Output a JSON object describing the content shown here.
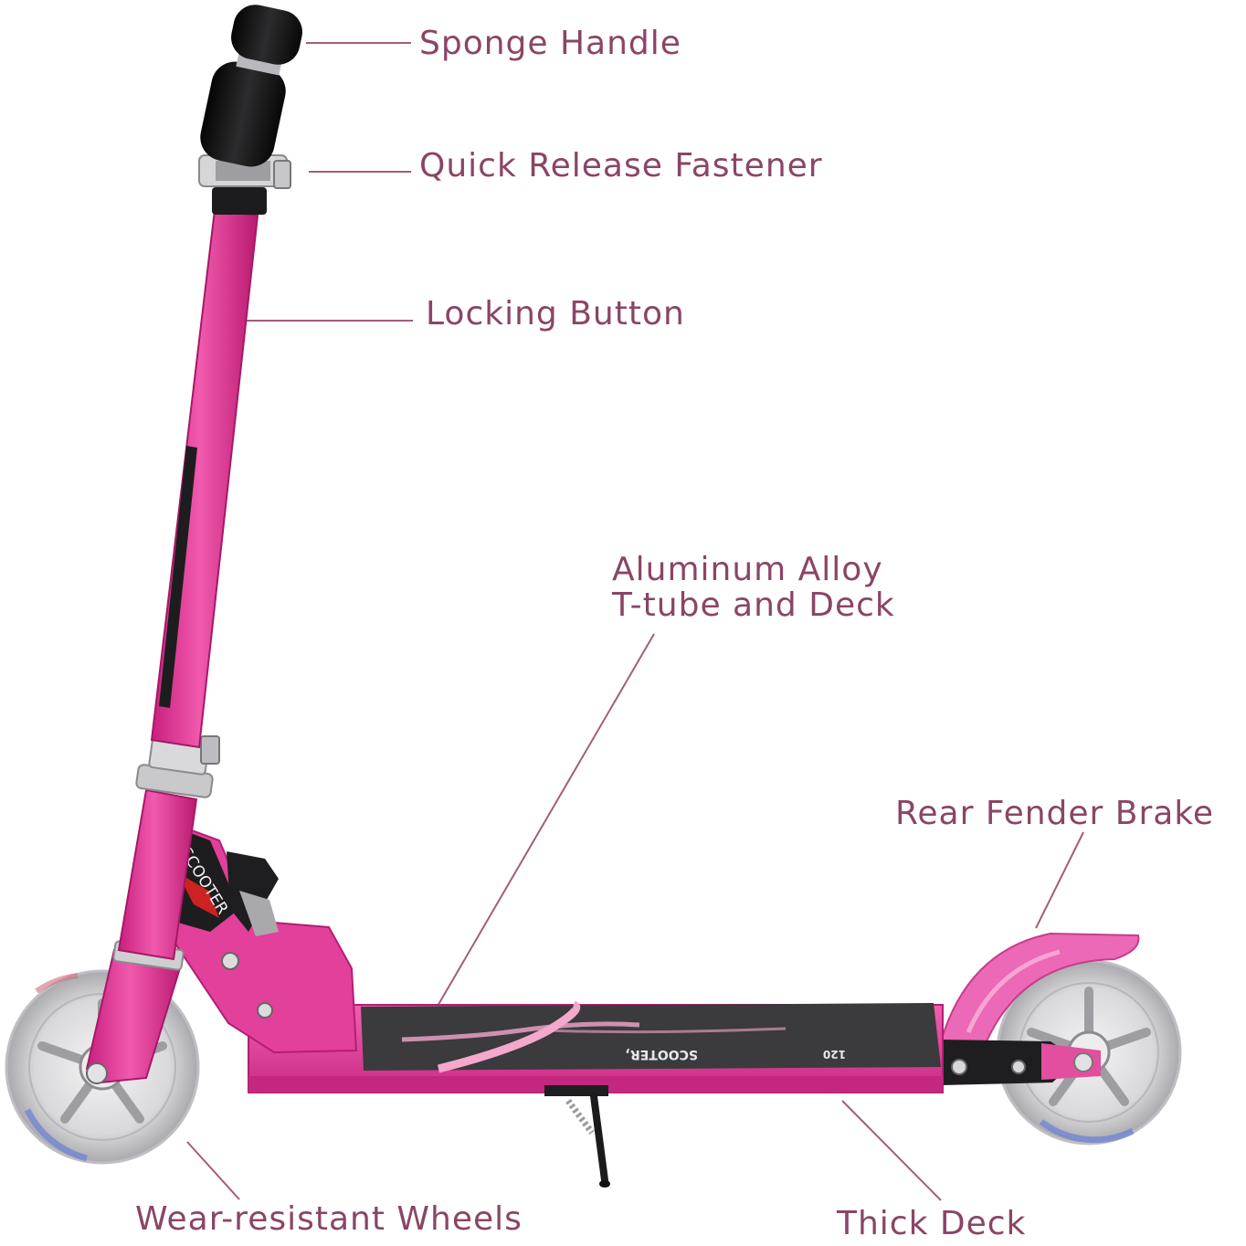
{
  "labels": {
    "sponge_handle": "Sponge Handle",
    "quick_release": "Quick Release Fastener",
    "locking_button": "Locking Button",
    "aluminum_line1": "Aluminum Alloy",
    "aluminum_line2": "T-tube and Deck",
    "rear_brake": "Rear Fender Brake",
    "wheels": "Wear-resistant Wheels",
    "thick_deck": "Thick Deck"
  },
  "product_print": {
    "frame_text": "SCOOTER",
    "deck_text": "SCOOTER,",
    "deck_number": "120"
  },
  "colors": {
    "label": "#8a4566",
    "leader": "#a45c7c",
    "frame_pink": "#e6399a",
    "deck_grip": "#3b3a3d",
    "grip_black": "#1b1b1d",
    "wheel": "#d8d8da",
    "fender_pink": "#ec69b7"
  }
}
